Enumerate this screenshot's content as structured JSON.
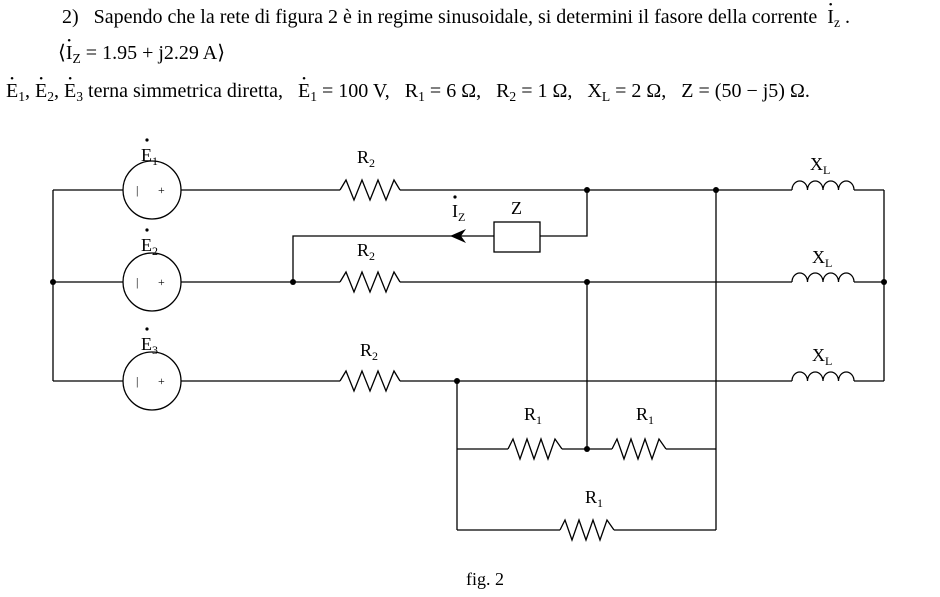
{
  "problem": {
    "number": "2)",
    "statement": "Sapendo che la rete di figura 2 è in regime sinusoidale, si determini il fasore della corrente",
    "target_symbol": "I",
    "target_sub": "z",
    "target_tail": ".",
    "answer_open": "⟨",
    "answer_symbol": "I",
    "answer_sub": "Z",
    "answer_value": " = 1.95 + j2.29 A",
    "answer_close": "⟩"
  },
  "givens": {
    "e1_sym": "E",
    "e1_sub": "1",
    "sep1": ", ",
    "e2_sym": "E",
    "e2_sub": "2",
    "sep2": ", ",
    "e3_sym": "E",
    "e3_sub": "3",
    "desc": " terna simmetrica diretta,",
    "e1v_sym": "E",
    "e1v_sub": "1",
    "e1v_val": " = 100 V,",
    "r1_sym": "R",
    "r1_sub": "1",
    "r1_val": " = 6 Ω,",
    "r2_sym": "R",
    "r2_sub": "2",
    "r2_val": " = 1 Ω,",
    "xl_sym": "X",
    "xl_sub": "L",
    "xl_val": " = 2 Ω,",
    "z_val": "Z = (50 − j5) Ω."
  },
  "circuit": {
    "sources": [
      {
        "sym": "E",
        "sub": "1"
      },
      {
        "sym": "E",
        "sub": "2"
      },
      {
        "sym": "E",
        "sub": "3"
      }
    ],
    "source_minus": "|",
    "source_plus": "+",
    "r2": [
      {
        "sym": "R",
        "sub": "2"
      },
      {
        "sym": "R",
        "sub": "2"
      },
      {
        "sym": "R",
        "sub": "2"
      }
    ],
    "xl": [
      {
        "sym": "X",
        "sub": "L"
      },
      {
        "sym": "X",
        "sub": "L"
      },
      {
        "sym": "X",
        "sub": "L"
      }
    ],
    "r1": [
      {
        "sym": "R",
        "sub": "1"
      },
      {
        "sym": "R",
        "sub": "1"
      },
      {
        "sym": "R",
        "sub": "1"
      }
    ],
    "z_label": "Z",
    "iz_sym": "I",
    "iz_sub": "Z"
  },
  "caption": "fig. 2"
}
